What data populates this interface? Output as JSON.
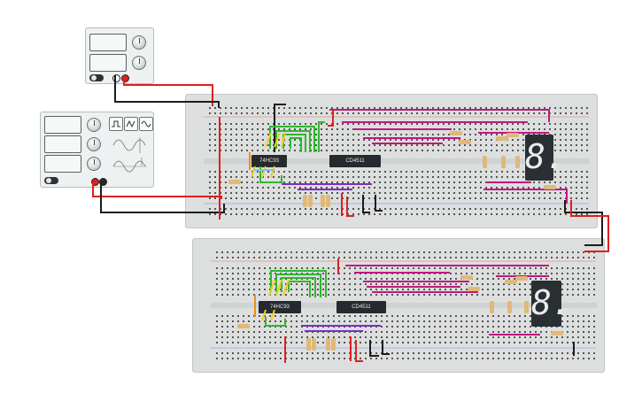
{
  "app": {
    "title": "Breadboard circuit simulator canvas"
  },
  "devices": {
    "power_supply": {
      "power_icon": "power-toggle-icon"
    },
    "function_generator": {
      "waveforms": [
        "square-wave-icon",
        "triangle-wave-icon",
        "sine-wave-icon"
      ],
      "power_icon": "power-toggle-icon"
    }
  },
  "boards": [
    {
      "chips": [
        {
          "label": "74HC93"
        },
        {
          "label": "CD4511"
        }
      ],
      "display_digit": "8."
    },
    {
      "chips": [
        {
          "label": "74HC93"
        },
        {
          "label": "CD4511"
        }
      ],
      "display_digit": "8."
    }
  ],
  "colors": {
    "breadboard": "#dddfdf",
    "wire_red": "#e01f1f",
    "wire_black": "#1c1c1c",
    "wire_green": "#2fb82f",
    "wire_yellow": "#f2cf1c",
    "wire_magenta": "#c2187e",
    "wire_purple": "#7b2fbf",
    "wire_orange": "#f08c1a",
    "wire_cyan": "#78c8e8",
    "chip": "#262a2e",
    "display": "#2a2f33"
  }
}
